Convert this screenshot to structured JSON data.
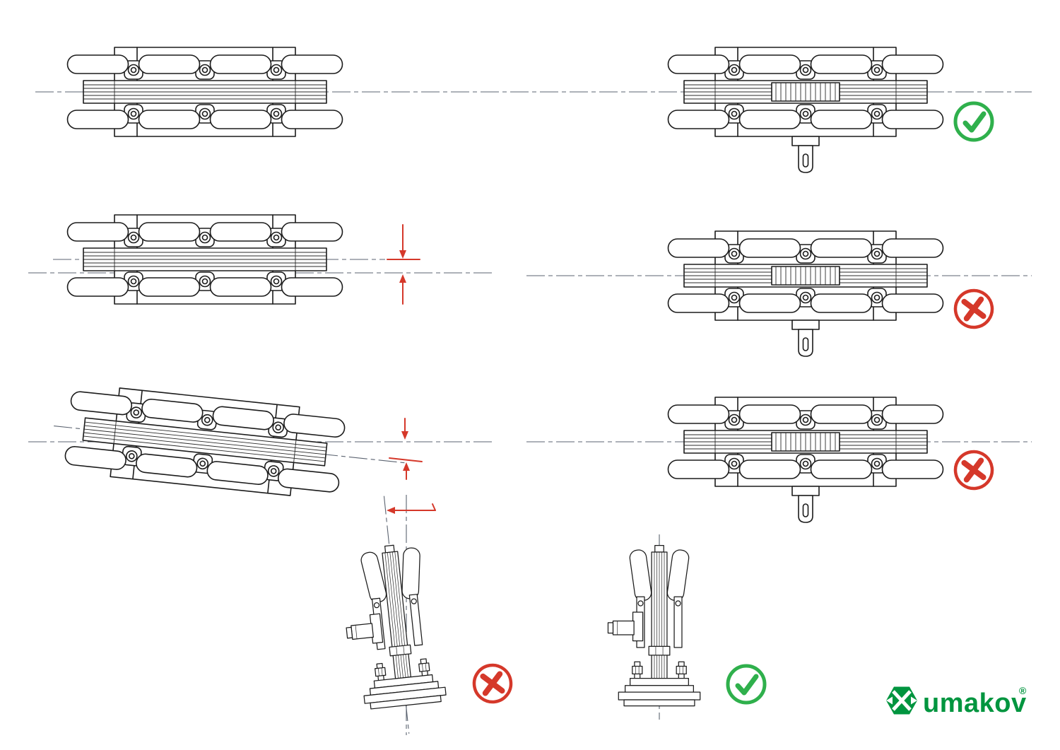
{
  "sheet": {
    "background": "#ffffff"
  },
  "colors": {
    "drawing_line": "#1b1b1b",
    "center_line": "#5b6370",
    "correct": "#2fb04c",
    "error": "#d5382a",
    "logo": "#00953f"
  },
  "rows": [
    {
      "name": "carriage-aligned-on-axis",
      "result": "correct"
    },
    {
      "name": "carriage-vertical-offset",
      "result": "incorrect"
    },
    {
      "name": "carriage-angular-misalignment",
      "result": "incorrect"
    }
  ],
  "front_views": [
    {
      "name": "carriage-front-tilted",
      "result": "incorrect"
    },
    {
      "name": "carriage-front-upright",
      "result": "correct"
    }
  ],
  "icons": {
    "correct": "check-circle-icon",
    "incorrect": "cross-circle-icon"
  },
  "logo": {
    "text": "umakov",
    "registered": "®"
  }
}
